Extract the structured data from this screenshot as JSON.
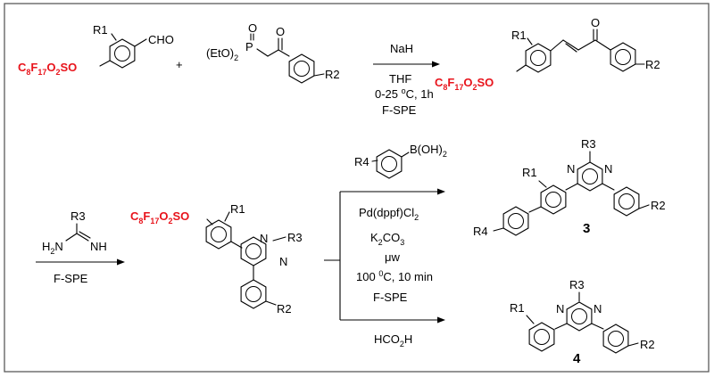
{
  "reagents": {
    "r1": "R1",
    "r2": "R2",
    "r3": "R3",
    "r4": "R4",
    "cho": "CHO",
    "plus": "+",
    "o": "O",
    "p": "P",
    "n": "N",
    "phosphonate": "(EtO)",
    "phosphonate_sub": "2",
    "boronic": "B(OH)",
    "boronic_sub": "2",
    "amidine_h2n": "H",
    "amidine_h2n_sub": "2",
    "amidine_n": "N",
    "amidine_nh": "NH",
    "tag_c": "C",
    "tag_8": "8",
    "tag_f": "F",
    "tag_17": "17",
    "tag_o": "O",
    "tag_2": "2",
    "tag_so": "SO"
  },
  "conditions": {
    "step1": {
      "line1": "NaH",
      "line2": "THF",
      "line3a": "0-25 ",
      "line3b": "o",
      "line3c": "C, 1h",
      "line4": "F-SPE"
    },
    "step2": {
      "line1": "F-SPE"
    },
    "step3": {
      "line1a": "Pd(dppf)Cl",
      "line1b": "2",
      "line2a": "K",
      "line2b": "2",
      "line2c": "CO",
      "line2d": "3",
      "line3": "μw",
      "line4a": "100 ",
      "line4b": "0",
      "line4c": "C, 10 min",
      "line5": "F-SPE"
    },
    "step4": {
      "line1a": "HCO",
      "line1b": "2",
      "line1c": "H"
    }
  },
  "compounds": {
    "c3": "3",
    "c4": "4"
  }
}
